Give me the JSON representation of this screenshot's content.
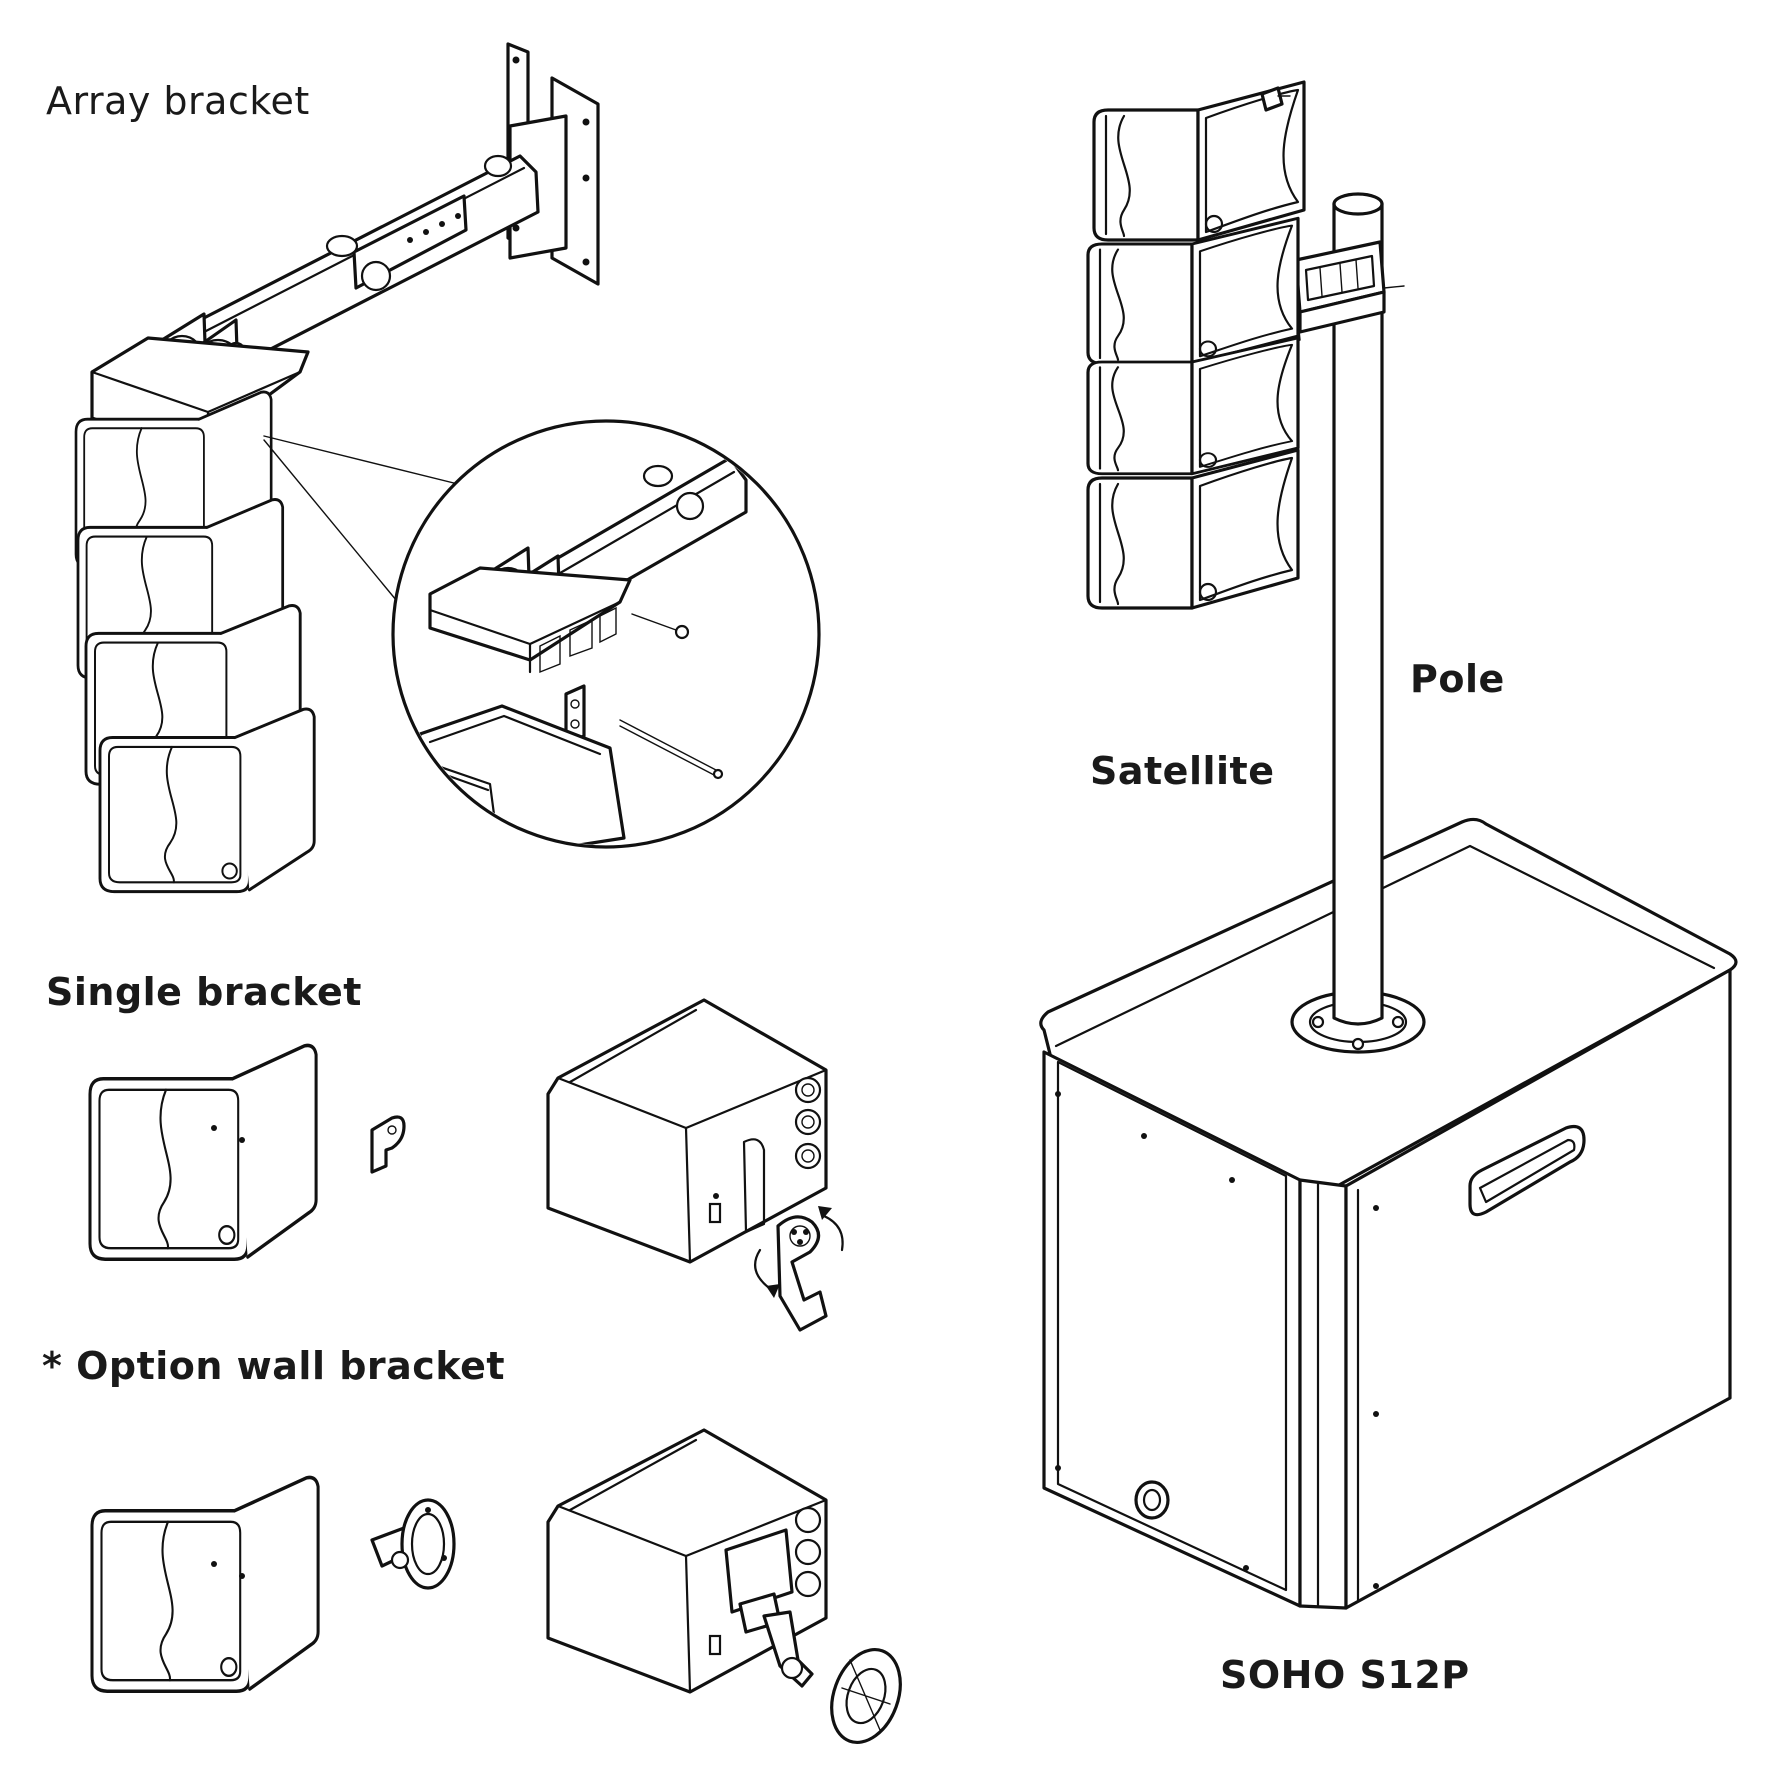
{
  "labels": {
    "array_bracket": "Array bracket",
    "single_bracket": "Single bracket",
    "option_wall_bracket": "* Option wall bracket",
    "pole": "Pole",
    "satellite": "Satellite",
    "model": "SOHO S12P"
  },
  "colors": {
    "ink": "#111111",
    "background": "#ffffff"
  }
}
